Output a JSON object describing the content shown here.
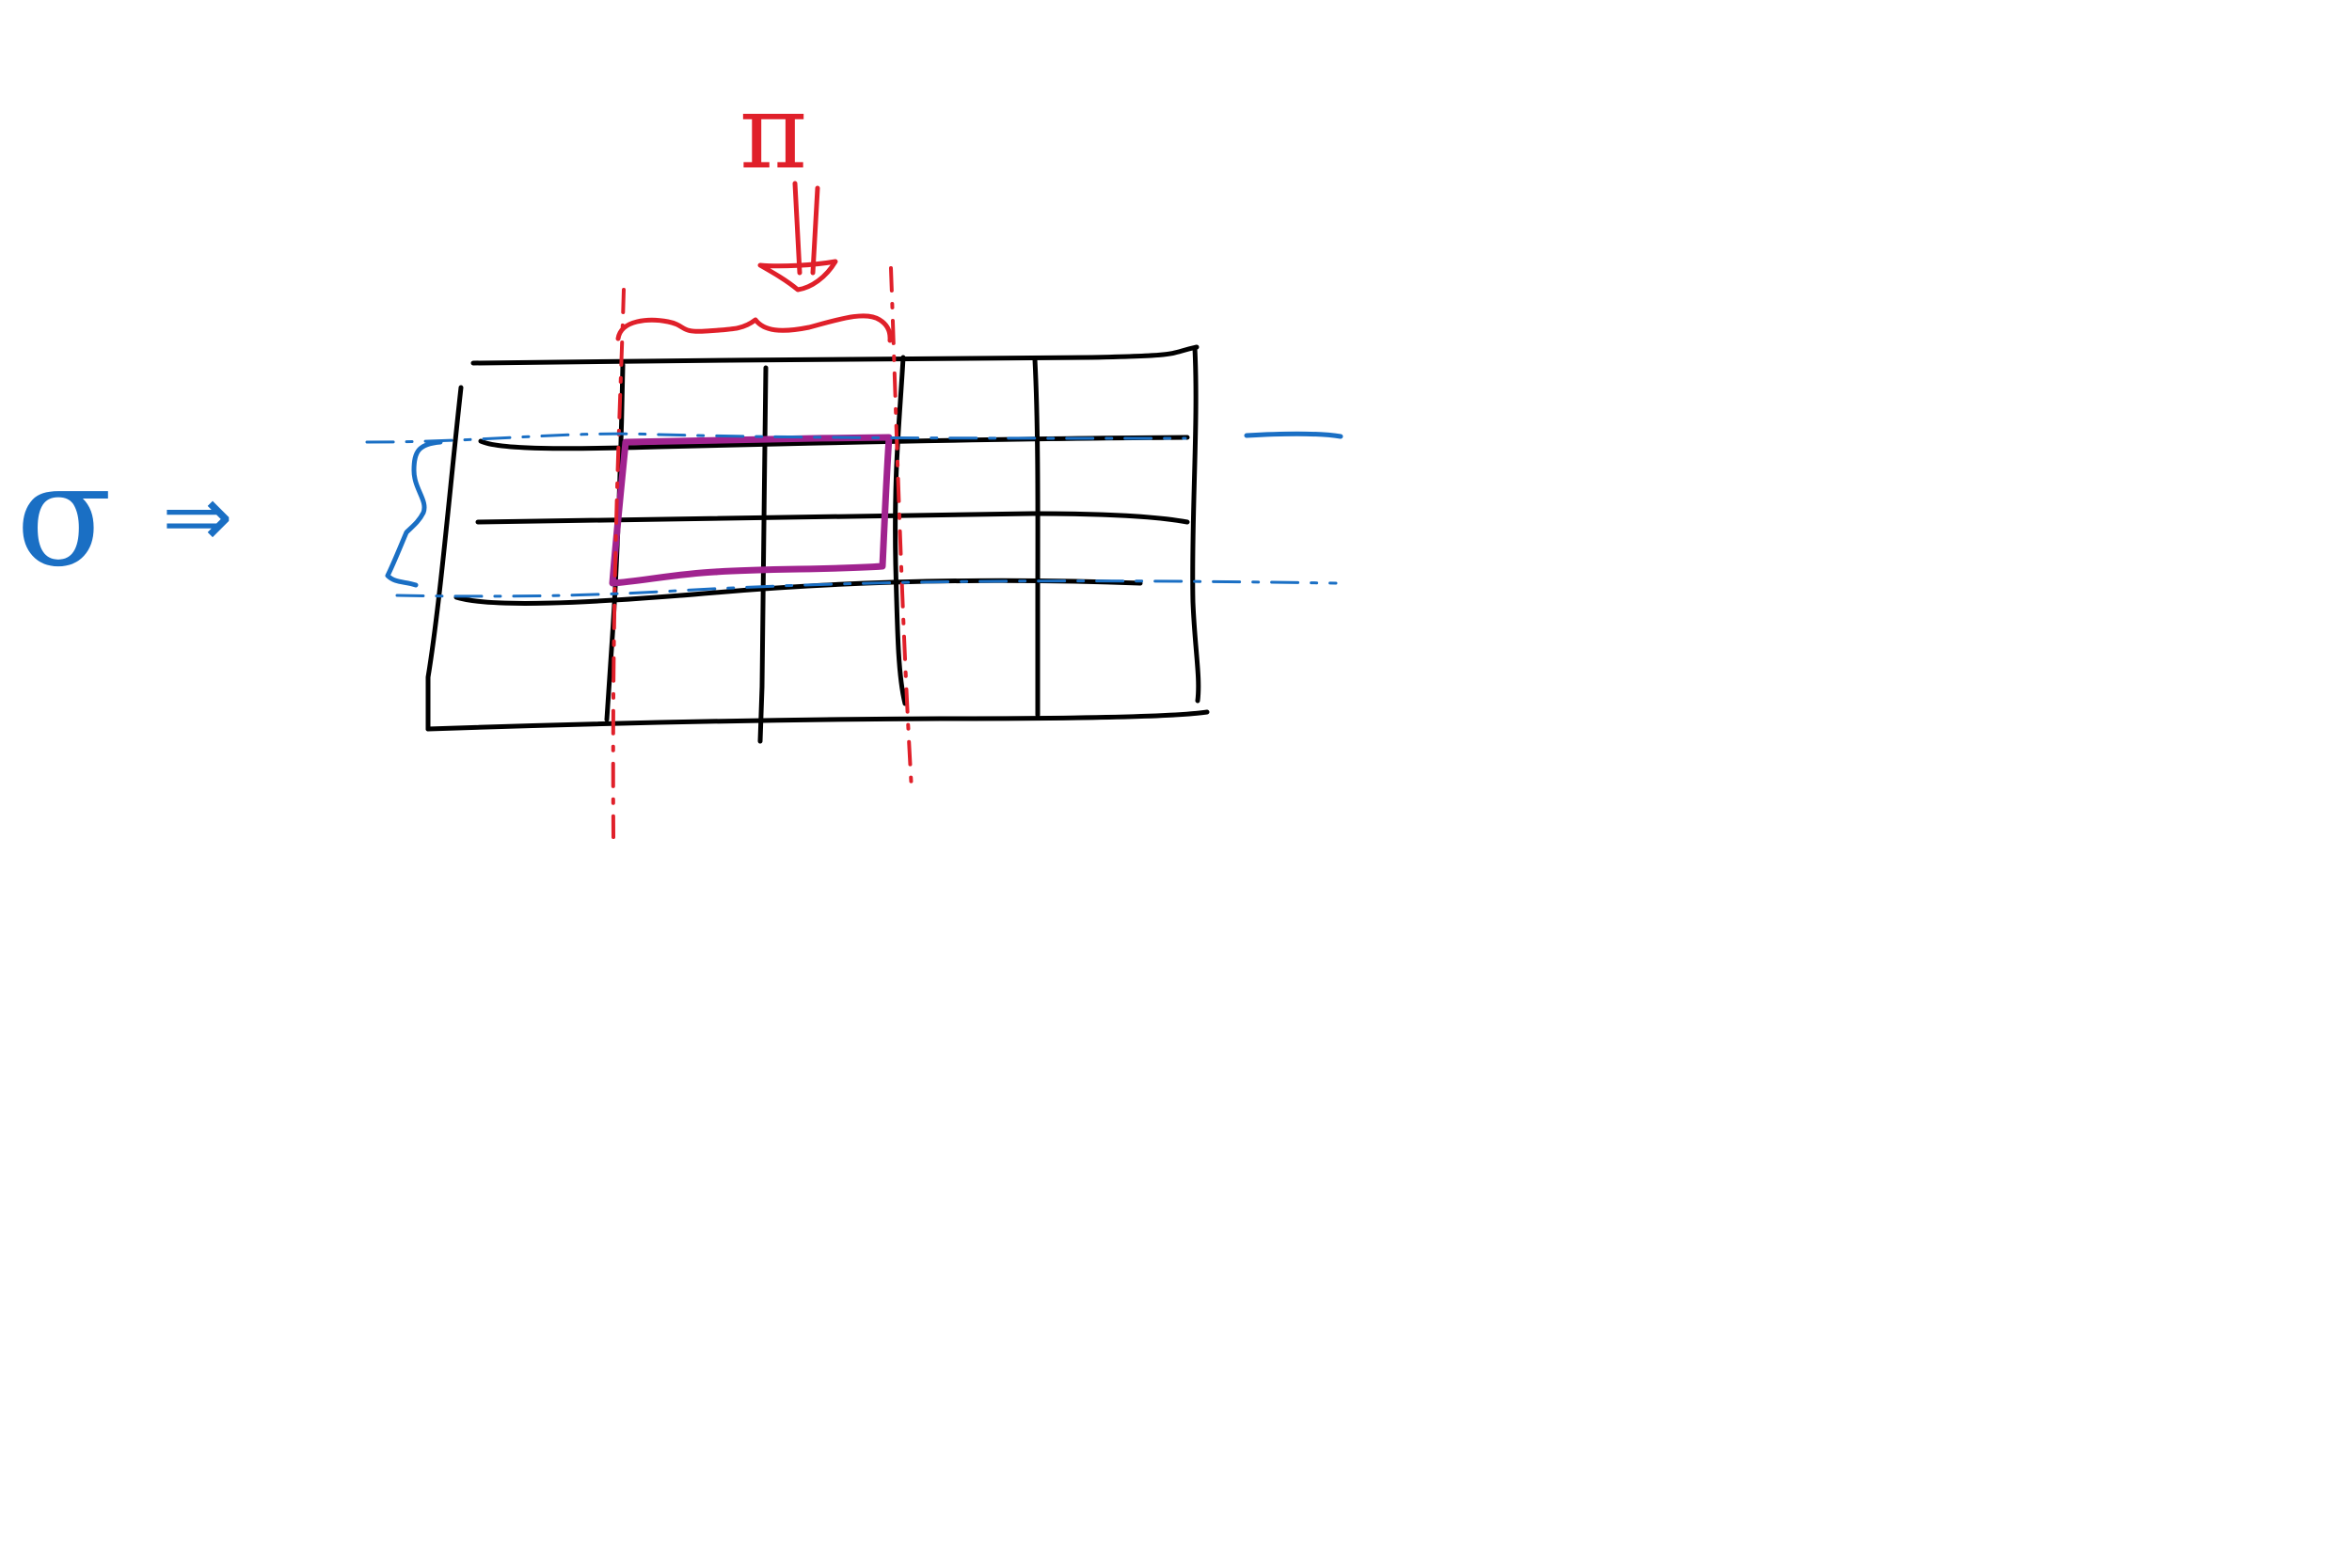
{
  "diagram": {
    "grid": {
      "rows": 4,
      "columns": 5
    },
    "selection": {
      "row_span": [
        1,
        2
      ],
      "column_span": [
        1,
        2
      ]
    },
    "colors": {
      "grid": "#000000",
      "pi": "#e0202a",
      "sigma": "#1a6fc4",
      "selection": "#a0238f"
    },
    "symbols": {
      "pi": "π",
      "sigma": "σ",
      "arrow": "⇒"
    }
  }
}
